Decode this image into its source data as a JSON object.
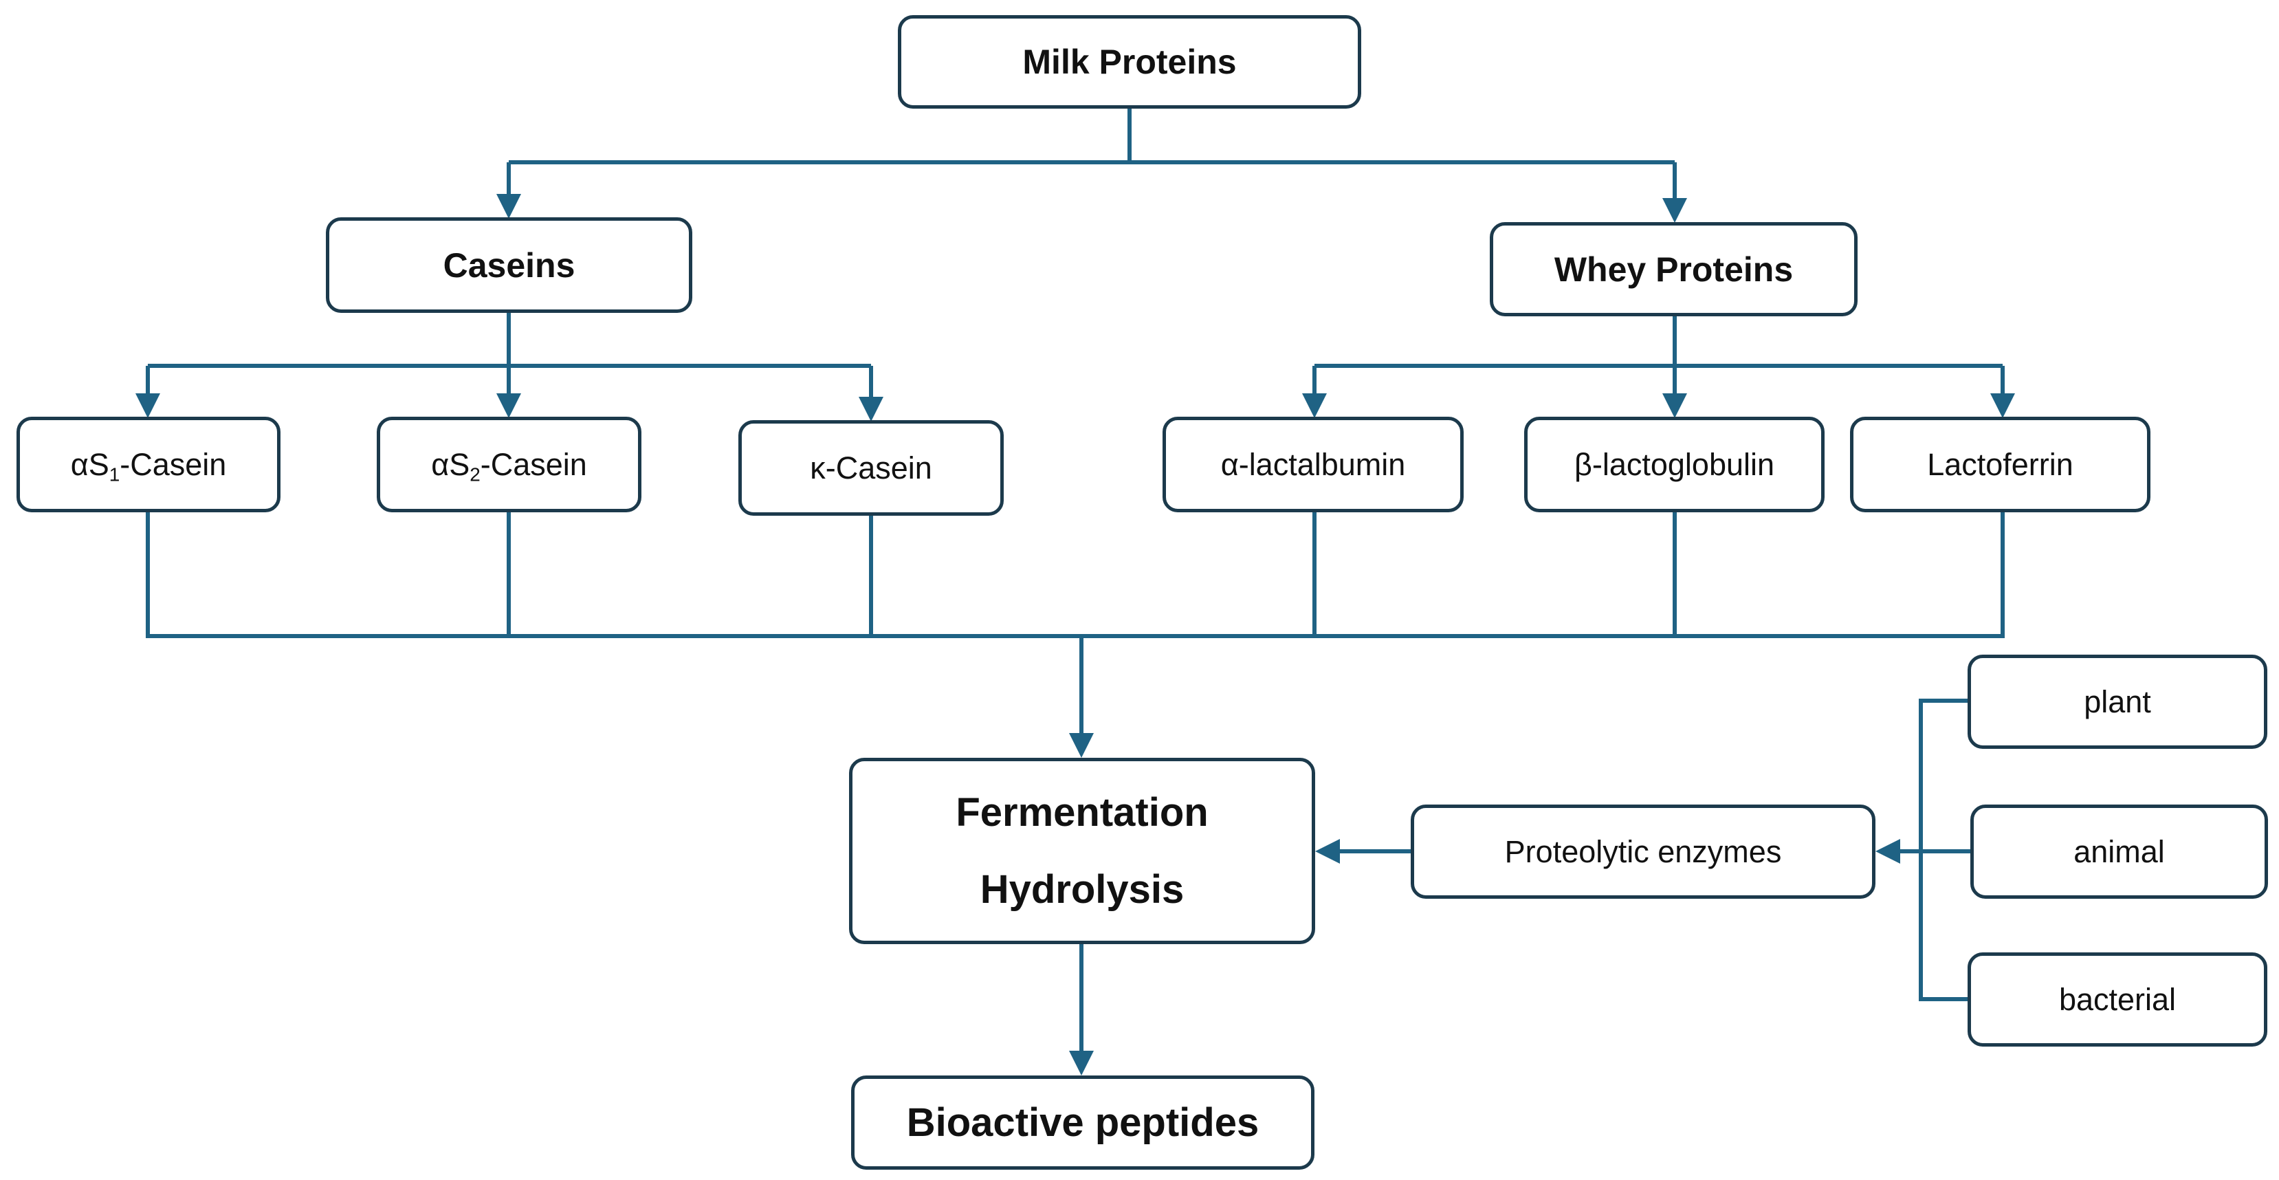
{
  "colors": {
    "connector": "#1f6284",
    "box_border": "#1c3a4c"
  },
  "nodes": {
    "milk_proteins": "Milk Proteins",
    "caseins": "Caseins",
    "whey_proteins": "Whey Proteins",
    "alpha_s1_casein": {
      "prefix": "αS",
      "sub": "1",
      "suffix": "-Casein"
    },
    "alpha_s2_casein": {
      "prefix": "αS",
      "sub": "2",
      "suffix": "-Casein"
    },
    "kappa_casein": "κ-Casein",
    "alpha_lactalbumin": "α-lactalbumin",
    "beta_lactoglobulin": "β-lactoglobulin",
    "lactoferrin": "Lactoferrin",
    "process": {
      "line1": "Fermentation",
      "line2": "Hydrolysis"
    },
    "proteolytic_enzymes": "Proteolytic enzymes",
    "plant": "plant",
    "animal": "animal",
    "bacterial": "bacterial",
    "bioactive_peptides": "Bioactive peptides"
  },
  "edges": [
    {
      "from": "milk_proteins",
      "to": "caseins"
    },
    {
      "from": "milk_proteins",
      "to": "whey_proteins"
    },
    {
      "from": "caseins",
      "to": "alpha_s1_casein"
    },
    {
      "from": "caseins",
      "to": "alpha_s2_casein"
    },
    {
      "from": "caseins",
      "to": "kappa_casein"
    },
    {
      "from": "whey_proteins",
      "to": "alpha_lactalbumin"
    },
    {
      "from": "whey_proteins",
      "to": "beta_lactoglobulin"
    },
    {
      "from": "whey_proteins",
      "to": "lactoferrin"
    },
    {
      "from": "alpha_s1_casein",
      "to": "process"
    },
    {
      "from": "alpha_s2_casein",
      "to": "process"
    },
    {
      "from": "kappa_casein",
      "to": "process"
    },
    {
      "from": "alpha_lactalbumin",
      "to": "process"
    },
    {
      "from": "beta_lactoglobulin",
      "to": "process"
    },
    {
      "from": "lactoferrin",
      "to": "process"
    },
    {
      "from": "proteolytic_enzymes",
      "to": "process"
    },
    {
      "from": "plant",
      "to": "proteolytic_enzymes"
    },
    {
      "from": "animal",
      "to": "proteolytic_enzymes"
    },
    {
      "from": "bacterial",
      "to": "proteolytic_enzymes"
    },
    {
      "from": "process",
      "to": "bioactive_peptides"
    }
  ]
}
